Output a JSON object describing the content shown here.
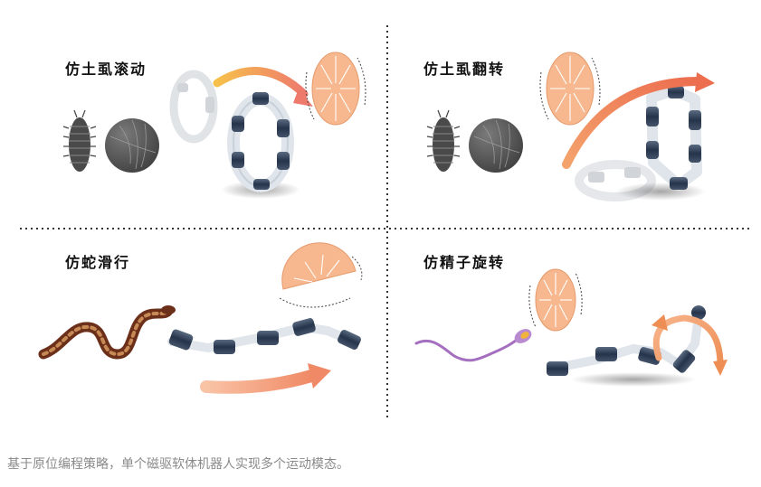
{
  "panels": [
    {
      "title": "仿土虱滚动"
    },
    {
      "title": "仿土虱翻转"
    },
    {
      "title": "仿蛇滑行"
    },
    {
      "title": "仿精子旋转"
    }
  ],
  "caption": "基于原位编程策略，单个磁驱软体机器人实现多个运动模态。",
  "colors": {
    "accent_orange": "#f2a97e",
    "arrow_orange": "#ef8a5b",
    "magnet_disk": "#f7b88f",
    "divider": "#333333",
    "sphere_gray": "#555555",
    "segment_dark": "#2d3c52",
    "snake_brown": "#7a3b22",
    "sperm_purple": "#a56fc0"
  },
  "icons": [
    "pill-bug-icon",
    "rolled-sphere-icon",
    "magnetization-disk-icon",
    "snake-icon",
    "sperm-icon",
    "robot-chain-icon",
    "motion-arrow-icon"
  ]
}
